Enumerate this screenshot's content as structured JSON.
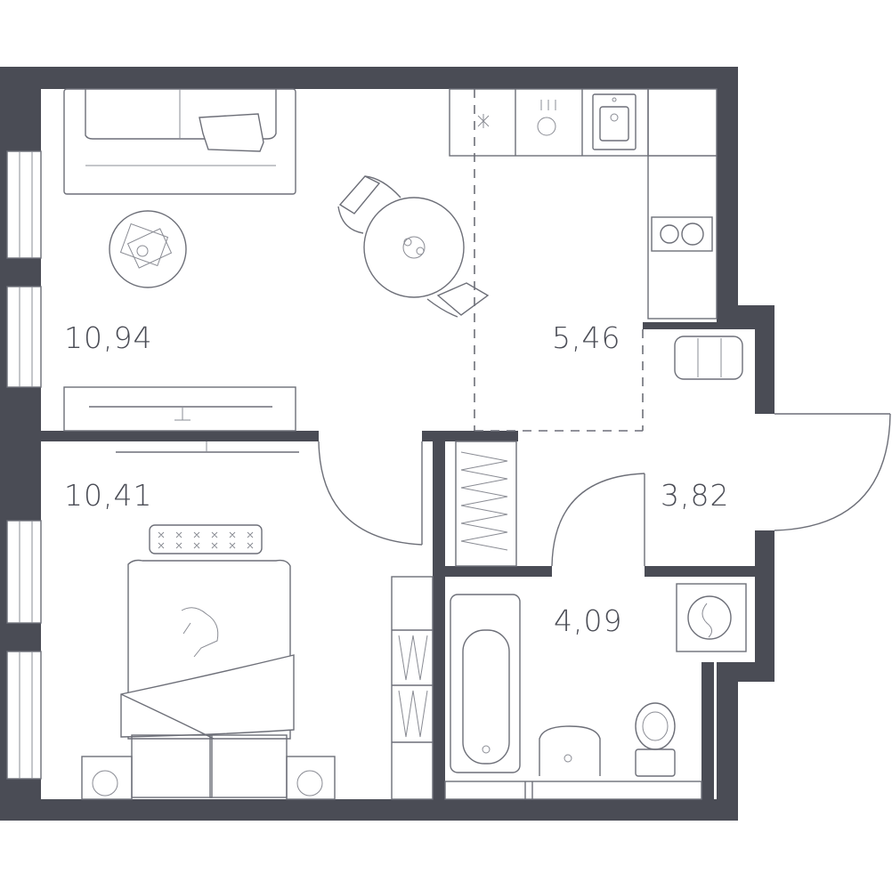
{
  "floor_plan": {
    "rooms": [
      {
        "id": "living-room",
        "area": "10,94"
      },
      {
        "id": "kitchen",
        "area": "5,46"
      },
      {
        "id": "bedroom",
        "area": "10,41"
      },
      {
        "id": "hallway",
        "area": "3,82"
      },
      {
        "id": "bathroom",
        "area": "4,09"
      }
    ]
  },
  "colors": {
    "wall": "#4a4c55",
    "furniture_line": "#6d6f78",
    "background": "#ffffff"
  }
}
